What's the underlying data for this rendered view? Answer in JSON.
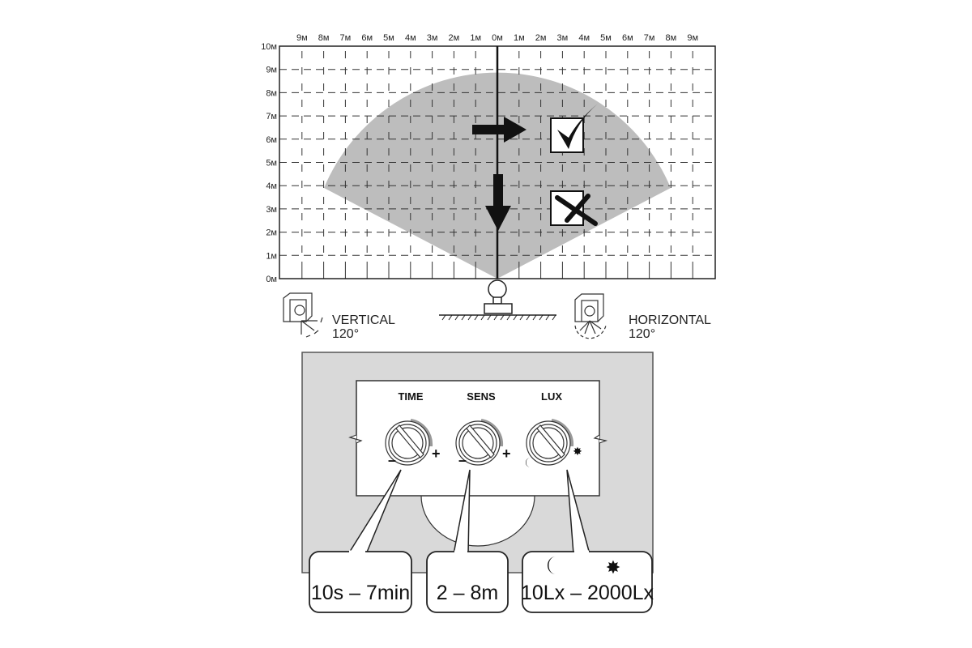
{
  "grid": {
    "x_labels": [
      "9м",
      "8м",
      "7м",
      "6м",
      "5м",
      "4м",
      "3м",
      "2м",
      "1м",
      "0м",
      "1м",
      "2м",
      "3м",
      "4м",
      "5м",
      "6м",
      "7м",
      "8м",
      "9м"
    ],
    "y_labels": [
      "0м",
      "1м",
      "2м",
      "3м",
      "4м",
      "5м",
      "6м",
      "7м",
      "8м",
      "9м",
      "10м"
    ],
    "detection_angle_deg": 120,
    "detection_range_m": 8
  },
  "mounting": {
    "vertical_label": "VERTICAL",
    "vertical_angle": "120°",
    "horizontal_label": "HORIZONTAL",
    "horizontal_angle": "120°"
  },
  "controls": {
    "knobs": [
      {
        "label": "TIME",
        "min_symbol": "–",
        "max_symbol": "+",
        "range": "10s – 7min"
      },
      {
        "label": "SENS",
        "min_symbol": "–",
        "max_symbol": "+",
        "range": "2 – 8m"
      },
      {
        "label": "LUX",
        "min_symbol": "moon",
        "max_symbol": "sun",
        "range": "10Lx – 2000Lx"
      }
    ]
  },
  "colors": {
    "fan": "#bdbdbd",
    "panel": "#d9d9d9",
    "line": "#222222"
  }
}
